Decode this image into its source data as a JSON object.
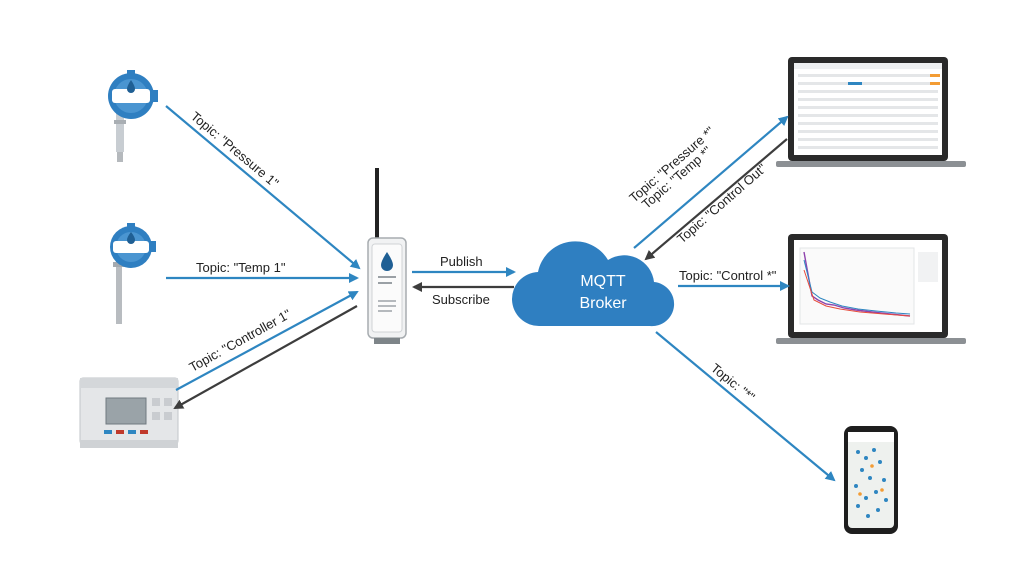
{
  "diagram": {
    "devices": {
      "pressure_sensor": "pressure-sensor-icon",
      "temp_sensor": "temperature-sensor-icon",
      "plc_controller": "plc-controller-icon",
      "gateway": "wireless-gateway-icon",
      "laptop_table": "laptop-table-icon",
      "laptop_chart": "laptop-chart-icon",
      "phone_map": "phone-map-icon"
    },
    "broker": {
      "line1": "MQTT",
      "line2": "Broker"
    },
    "labels": {
      "pressure": "Topic: \"Pressure 1\"",
      "temp": "Topic: \"Temp 1\"",
      "controller": "Topic: \"Controller 1\"",
      "publish": "Publish",
      "subscribe": "Subscribe",
      "sub_pressure": "Topic: \"Pressure *\"",
      "sub_temp": "Topic: \"Temp *\"",
      "control_out": "Topic: \"Control Out\"",
      "control": "Topic: \"Control *\"",
      "wildcard": "Topic: \"*\""
    },
    "colors": {
      "publish_arrow": "#2e86c1",
      "subscribe_arrow": "#3d3d3d",
      "cloud": "#2f7fc1",
      "sensor_blue": "#2f7fc1"
    }
  }
}
